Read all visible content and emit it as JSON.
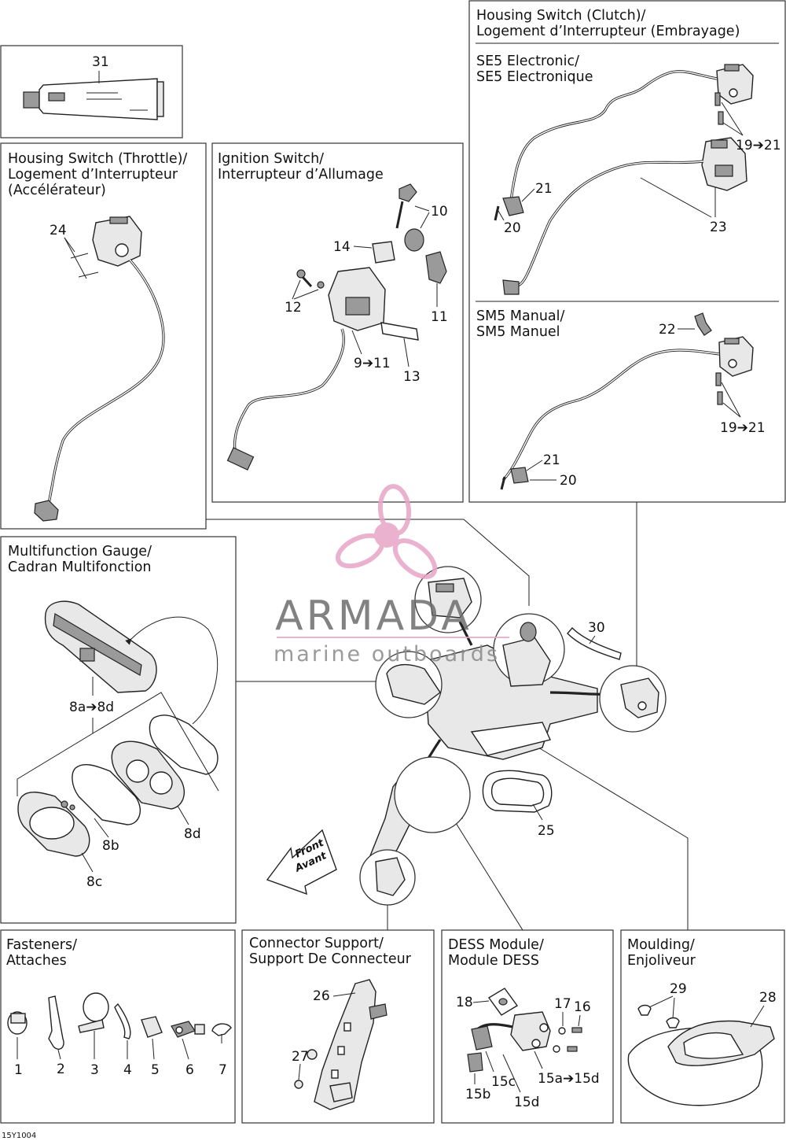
{
  "boxes": {
    "sealant": {
      "callout": "31"
    },
    "throttle": {
      "title1": "Housing Switch (Throttle)/",
      "title2": "Logement d’Interrupteur",
      "title3": "(Accélérateur)",
      "callout": "24"
    },
    "ignition": {
      "title1": "Ignition Switch/",
      "title2": "Interrupteur d’Allumage",
      "c10": "10",
      "c14": "14",
      "c12": "12",
      "c11": "11",
      "c9": "9➔11",
      "c13": "13"
    },
    "clutch": {
      "title1": "Housing Switch (Clutch)/",
      "title2": "Logement d’Interrupteur (Embrayage)",
      "se5_1": "SE5 Electronic/",
      "se5_2": "SE5 Electronique",
      "c19": "19➔21",
      "c21": "21",
      "c20": "20",
      "c23": "23",
      "sm5_1": "SM5 Manual/",
      "sm5_2": "SM5 Manuel",
      "c22": "22",
      "c19b": "19➔21",
      "c21b": "21",
      "c20b": "20"
    },
    "gauge": {
      "title1": "Multifunction Gauge/",
      "title2": "Cadran Multifonction",
      "c8a": "8a➔8d",
      "c8d": "8d",
      "c8b": "8b",
      "c8c": "8c"
    },
    "fasteners": {
      "title1": "Fasteners/",
      "title2": "Attaches",
      "items": [
        "1",
        "2",
        "3",
        "4",
        "5",
        "6",
        "7"
      ]
    },
    "connector": {
      "title1": "Connector Support/",
      "title2": "Support De Connecteur",
      "c26": "26",
      "c27": "27"
    },
    "dess": {
      "title1": "DESS Module/",
      "title2": "Module DESS",
      "c18": "18",
      "c17": "17",
      "c16": "16",
      "c15c": "15c",
      "c15a": "15a➔15d",
      "c15b": "15b",
      "c15d": "15d"
    },
    "moulding": {
      "title1": "Moulding/",
      "title2": "Enjoliveur",
      "c29": "29",
      "c28": "28"
    }
  },
  "center": {
    "c30": "30",
    "c25": "25",
    "front1": "Front",
    "front2": "Avant"
  },
  "watermark": {
    "brand": "ARMADA",
    "sub": "marine outboards",
    "color": "#e8a5c8"
  },
  "ref_code": "15Y1004"
}
